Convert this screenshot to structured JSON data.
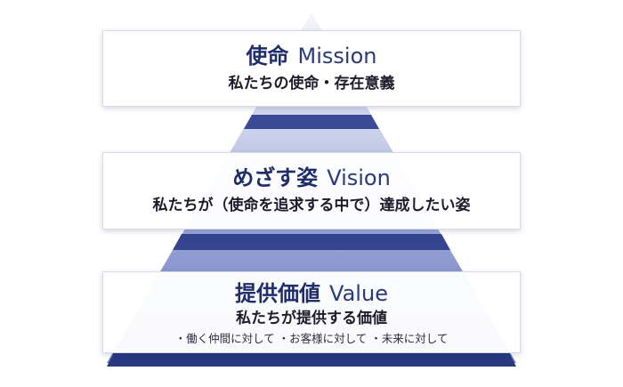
{
  "diagram": {
    "colors": {
      "top": "#f2f4fa",
      "mid": "#9aa6d4",
      "base": "#2f3f8c",
      "title": "#1f2d6b"
    }
  },
  "mission": {
    "title_jp": "使命",
    "title_en": "Mission",
    "subtitle": "私たちの使命・存在意義"
  },
  "vision": {
    "title_jp": "めざす姿",
    "title_en": "Vision",
    "subtitle": "私たちが（使命を追求する中で）達成したい姿"
  },
  "value": {
    "title_jp": "提供価値",
    "title_en": "Value",
    "subtitle": "私たちが提供する価値",
    "note": "・働く仲間に対して ・お客様に対して ・未来に対して"
  }
}
